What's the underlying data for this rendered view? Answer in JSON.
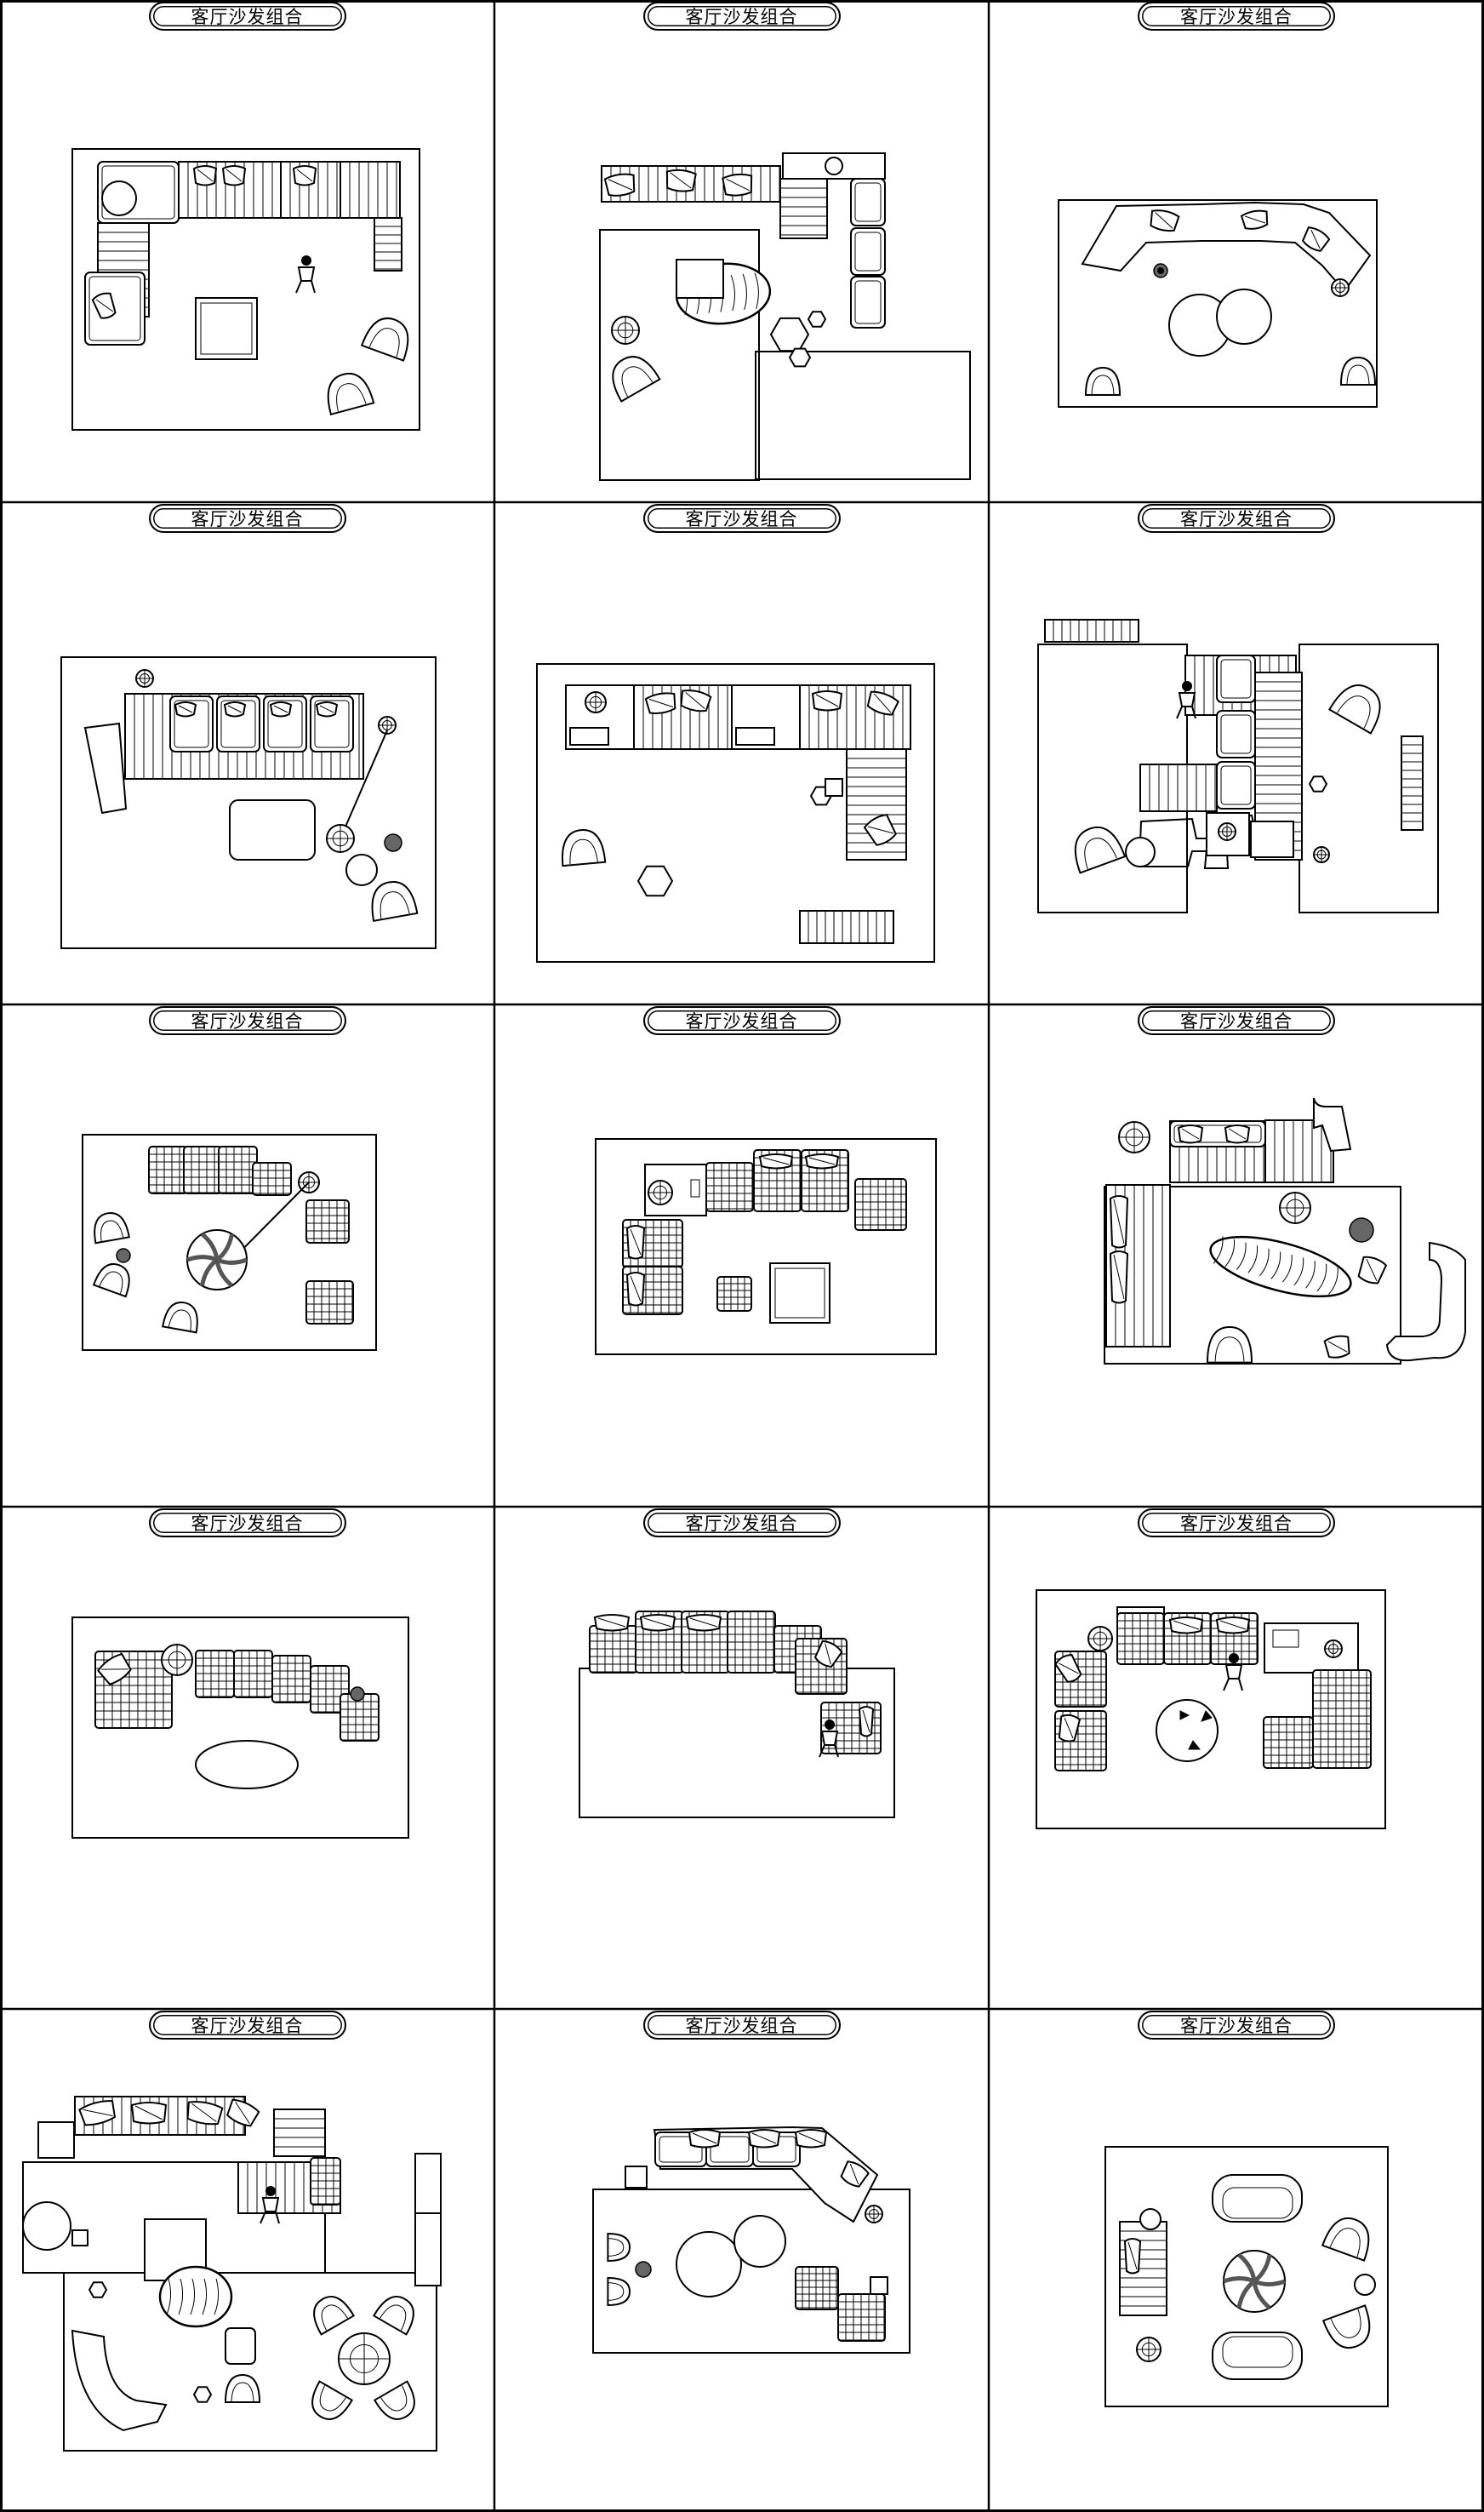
{
  "sheet": {
    "columns": 3,
    "rows": 5
  },
  "cells": [
    {
      "title": "客厅沙发组合",
      "layout": "L-sectional with ottoman and two lounge chairs"
    },
    {
      "title": "客厅沙发组合",
      "layout": "three-seat sofa, side table, hexagon tables and armchair"
    },
    {
      "title": "客厅沙发组合",
      "layout": "curved sectional with two round coffee tables"
    },
    {
      "title": "客厅沙发组合",
      "layout": "four-seat sofa with chaise, floor lamp and round tables"
    },
    {
      "title": "客厅沙发组合",
      "layout": "modular sofas with nesting coffee tables"
    },
    {
      "title": "客厅沙发组合",
      "layout": "back-to-back sectionals with armchairs"
    },
    {
      "title": "客厅沙发组合",
      "layout": "woven modules around a round patterned table"
    },
    {
      "title": "客厅沙发组合",
      "layout": "L-shaped woven sofa with square coffee table"
    },
    {
      "title": "客厅沙发组合",
      "layout": "sofa with curved chaise and stone coffee table"
    },
    {
      "title": "客厅沙发组合",
      "layout": "curved woven sofa with oval coffee table"
    },
    {
      "title": "客厅沙发组合",
      "layout": "curved woven sectional with seated figure"
    },
    {
      "title": "客厅沙发组合",
      "layout": "woven L-sofa with round table and TV console"
    },
    {
      "title": "客厅沙发组合",
      "layout": "large combined living room with dining set"
    },
    {
      "title": "客厅沙发组合",
      "layout": "corner sofa with two round tables and ottoman"
    },
    {
      "title": "客厅沙发组合",
      "layout": "two loveseats, lounge chairs and round rug table"
    }
  ]
}
